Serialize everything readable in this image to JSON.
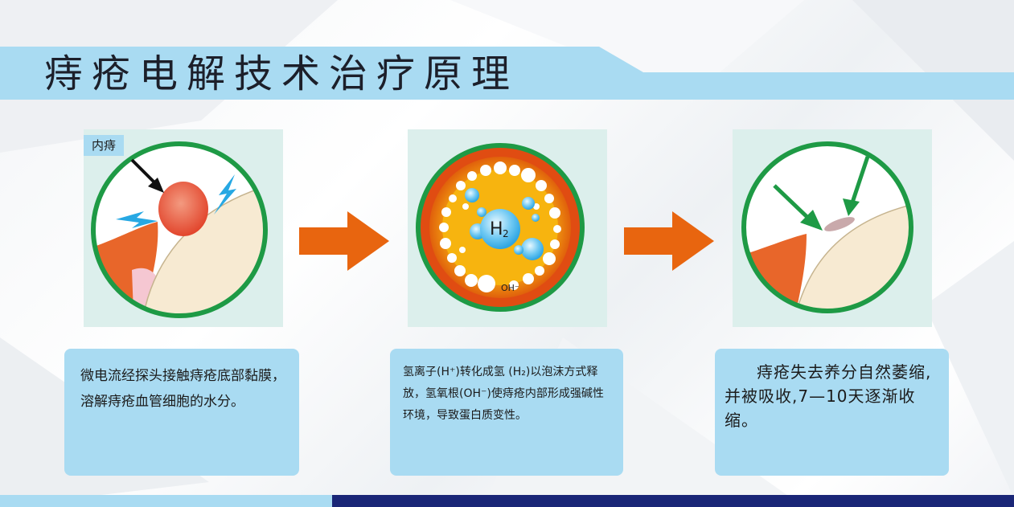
{
  "title": "痔疮电解技术治疗原理",
  "panel1": {
    "tag": "内痔"
  },
  "panel2": {
    "h2_main": "H",
    "h2_sub": "2",
    "oh_label": "OH⁻"
  },
  "captions": {
    "step1": "微电流经探头接触痔疮底部黏膜，溶解痔疮血管细胞的水分。",
    "step2": "氢离子(H⁺)转化成氢 (H₂)以泡沫方式释放，氢氧根(OH⁻)使痔疮内部形成强碱性环境，导致蛋白质变性。",
    "step3": "痔疮失去养分自然萎缩,并被吸收,7—10天逐渐收缩。"
  },
  "colors": {
    "title_band": "#a9dbf2",
    "ring_green": "#1e9a45",
    "flow_arrow": "#e8650f",
    "bottom_dark": "#1a2677"
  }
}
